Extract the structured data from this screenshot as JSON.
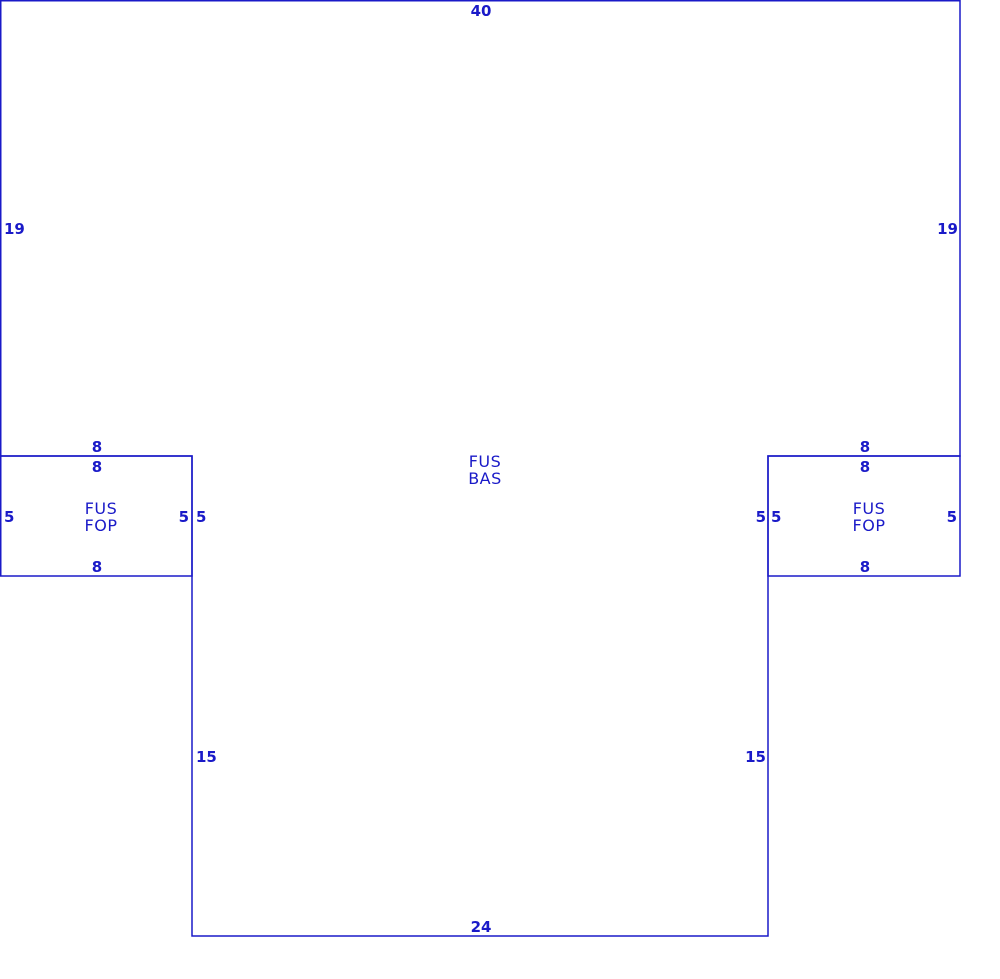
{
  "colors": {
    "line": "#1a1ac8",
    "text": "#1a1ac8",
    "background": "#ffffff"
  },
  "main_panel": {
    "label_line1": "FUS",
    "label_line2": "BAS",
    "dims": {
      "top": "40",
      "left": "19",
      "right": "19",
      "left_lower": "15",
      "right_lower": "15",
      "bottom": "24"
    }
  },
  "left_panel": {
    "label_line1": "FUS",
    "label_line2": "FOP",
    "dims": {
      "top_outer": "8",
      "top_inner": "8",
      "left": "5",
      "right_inner": "5",
      "right_outer": "5",
      "bottom": "8"
    }
  },
  "right_panel": {
    "label_line1": "FUS",
    "label_line2": "FOP",
    "dims": {
      "top_outer": "8",
      "top_inner": "8",
      "left_outer": "5",
      "left_inner": "5",
      "right": "5",
      "bottom": "8"
    }
  }
}
